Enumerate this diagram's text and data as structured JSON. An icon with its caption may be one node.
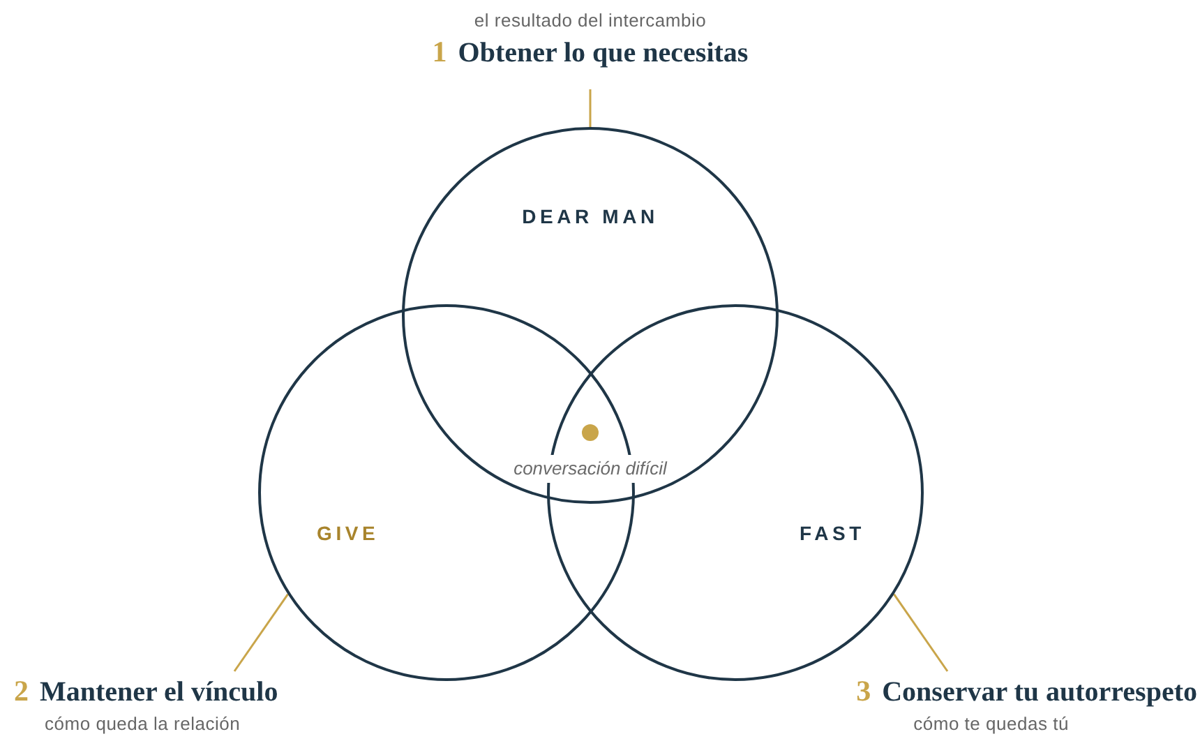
{
  "diagram": {
    "nodes": [
      {
        "text": [
          "el resultado del intercambio",
          "1",
          "Obtener lo que necesitas"
        ]
      },
      {
        "text": [
          "2",
          "Mantener el vínculo",
          "cómo queda la relación"
        ]
      },
      {
        "text": [
          "3",
          "Conservar tu autorrespeto",
          "cómo te quedas tú"
        ]
      },
      {
        "text": [
          "DEAR MAN"
        ]
      },
      {
        "text": [
          "GIVE"
        ]
      },
      {
        "text": [
          "FAST"
        ]
      }
    ],
    "edges": [
      {
        "from": 0,
        "to": 3,
        "arrow": "none"
      },
      {
        "from": 1,
        "to": 4,
        "arrow": "none"
      },
      {
        "from": 2,
        "to": 5,
        "arrow": "none"
      }
    ],
    "labels": [
      "conversación difícil"
    ]
  }
}
